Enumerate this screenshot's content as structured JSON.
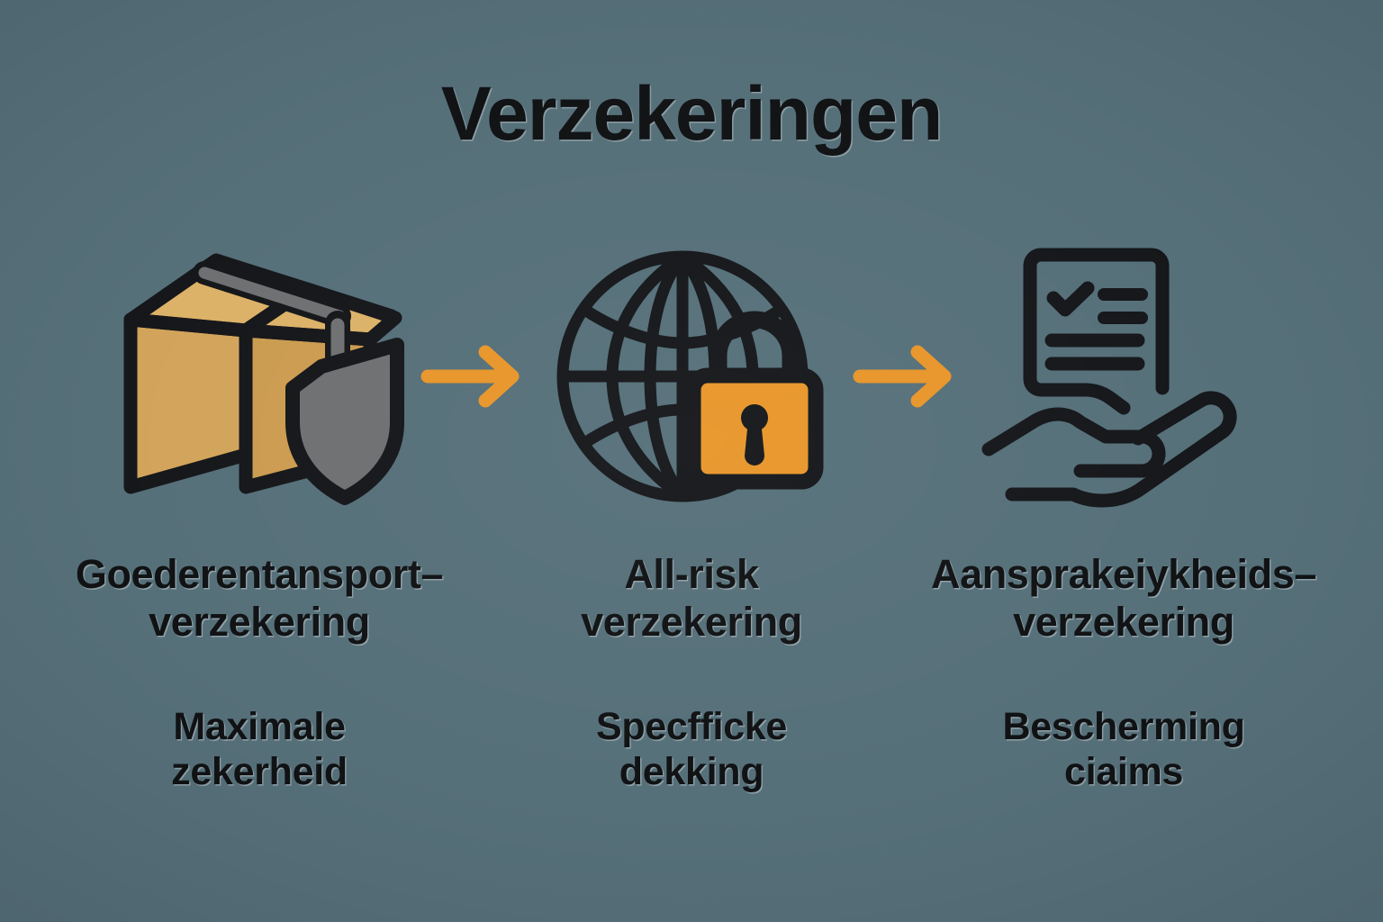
{
  "page": {
    "title": "Verzekeringen",
    "background_color": "#56707a",
    "text_color": "#101214",
    "accent_color": "#e8962a",
    "box_color": "#d2a45b",
    "shield_color": "#6e7072",
    "outline_color": "#15171a"
  },
  "columns": [
    {
      "icon": "package-shield-icon",
      "label_line1": "Goederentansport–",
      "label_line2": "verzekering",
      "sub_line1": "Maximale",
      "sub_line2": "zekerheid"
    },
    {
      "icon": "globe-lock-icon",
      "label_line1": "All-risk",
      "label_line2": "verzekering",
      "sub_line1": "Specfficke",
      "sub_line2": "dekking"
    },
    {
      "icon": "document-hand-icon",
      "label_line1": "Aansprakeiykheids–",
      "label_line2": "verzekering",
      "sub_line1": "Bescherming",
      "sub_line2": "ciaims"
    }
  ],
  "arrows": [
    {
      "name": "arrow-right-1",
      "direction": "right",
      "color": "#e8962a"
    },
    {
      "name": "arrow-right-2",
      "direction": "right",
      "color": "#e8962a"
    }
  ]
}
